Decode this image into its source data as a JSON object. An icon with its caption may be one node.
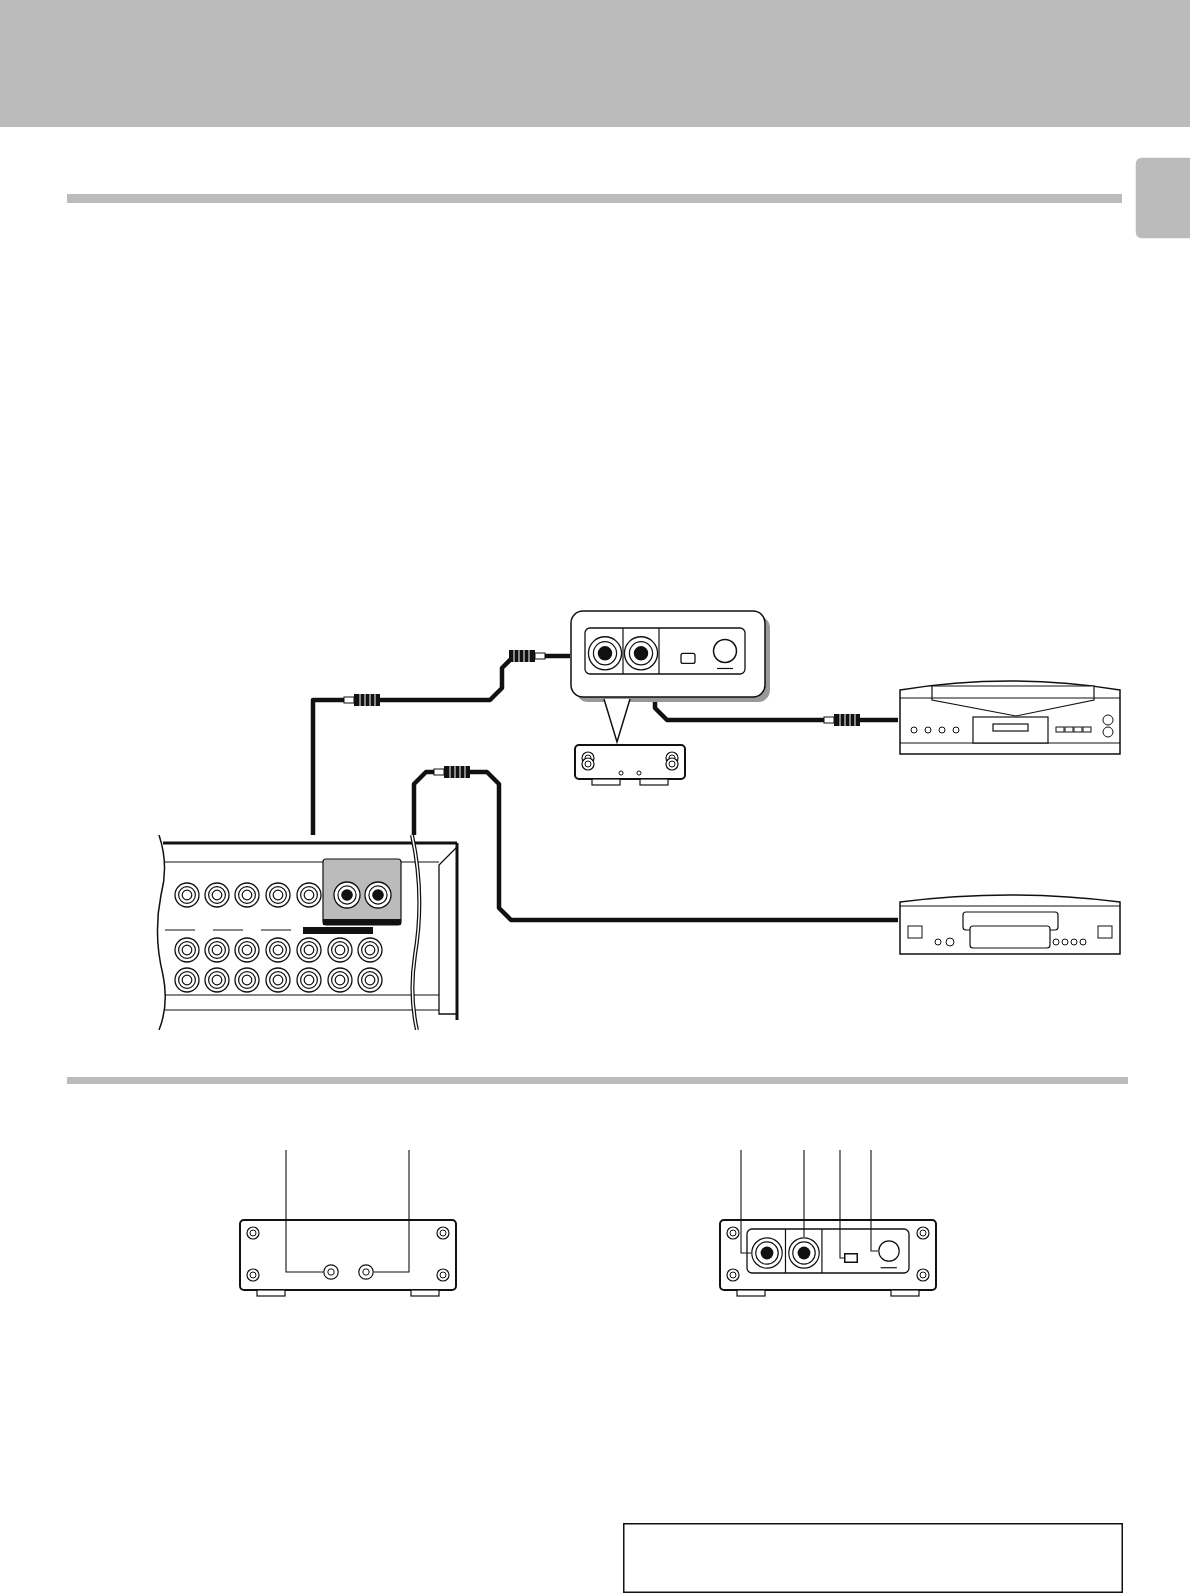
{
  "diagram": {
    "nodes": [
      {
        "text": [],
        "shape": "picture"
      },
      {
        "text": [],
        "shape": "picture"
      },
      {
        "text": [],
        "shape": "picture"
      },
      {
        "text": [],
        "shape": "picture"
      },
      {
        "text": [],
        "shape": "picture"
      },
      {
        "text": [],
        "shape": "picture"
      },
      {
        "text": [],
        "shape": "picture"
      },
      {
        "text": [],
        "shape": "box"
      },
      {
        "text": [],
        "shape": "circle",
        "in": 5
      },
      {
        "text": [],
        "shape": "circle",
        "in": 5
      },
      {
        "text": [],
        "shape": "circle",
        "in": 6
      },
      {
        "text": [],
        "shape": "circle",
        "in": 6
      },
      {
        "text": [],
        "shape": "box",
        "in": 6
      },
      {
        "text": [],
        "shape": "circle",
        "in": 6
      },
      {
        "text": [],
        "shape": "box"
      }
    ],
    "edges": [
      {
        "from": 0,
        "to": 1,
        "arrow": "none",
        "style": "thick"
      },
      {
        "from": 1,
        "to": 3,
        "arrow": "none",
        "style": "thick"
      },
      {
        "from": 0,
        "to": 4,
        "arrow": "none",
        "style": "thick"
      },
      {
        "from": null,
        "to": 8,
        "arrow": "none"
      },
      {
        "from": null,
        "to": 9,
        "arrow": "none"
      },
      {
        "from": null,
        "to": 10,
        "arrow": "none"
      },
      {
        "from": null,
        "to": 11,
        "arrow": "none"
      },
      {
        "from": null,
        "to": 12,
        "arrow": "none"
      },
      {
        "from": null,
        "to": 13,
        "arrow": "none"
      }
    ]
  }
}
